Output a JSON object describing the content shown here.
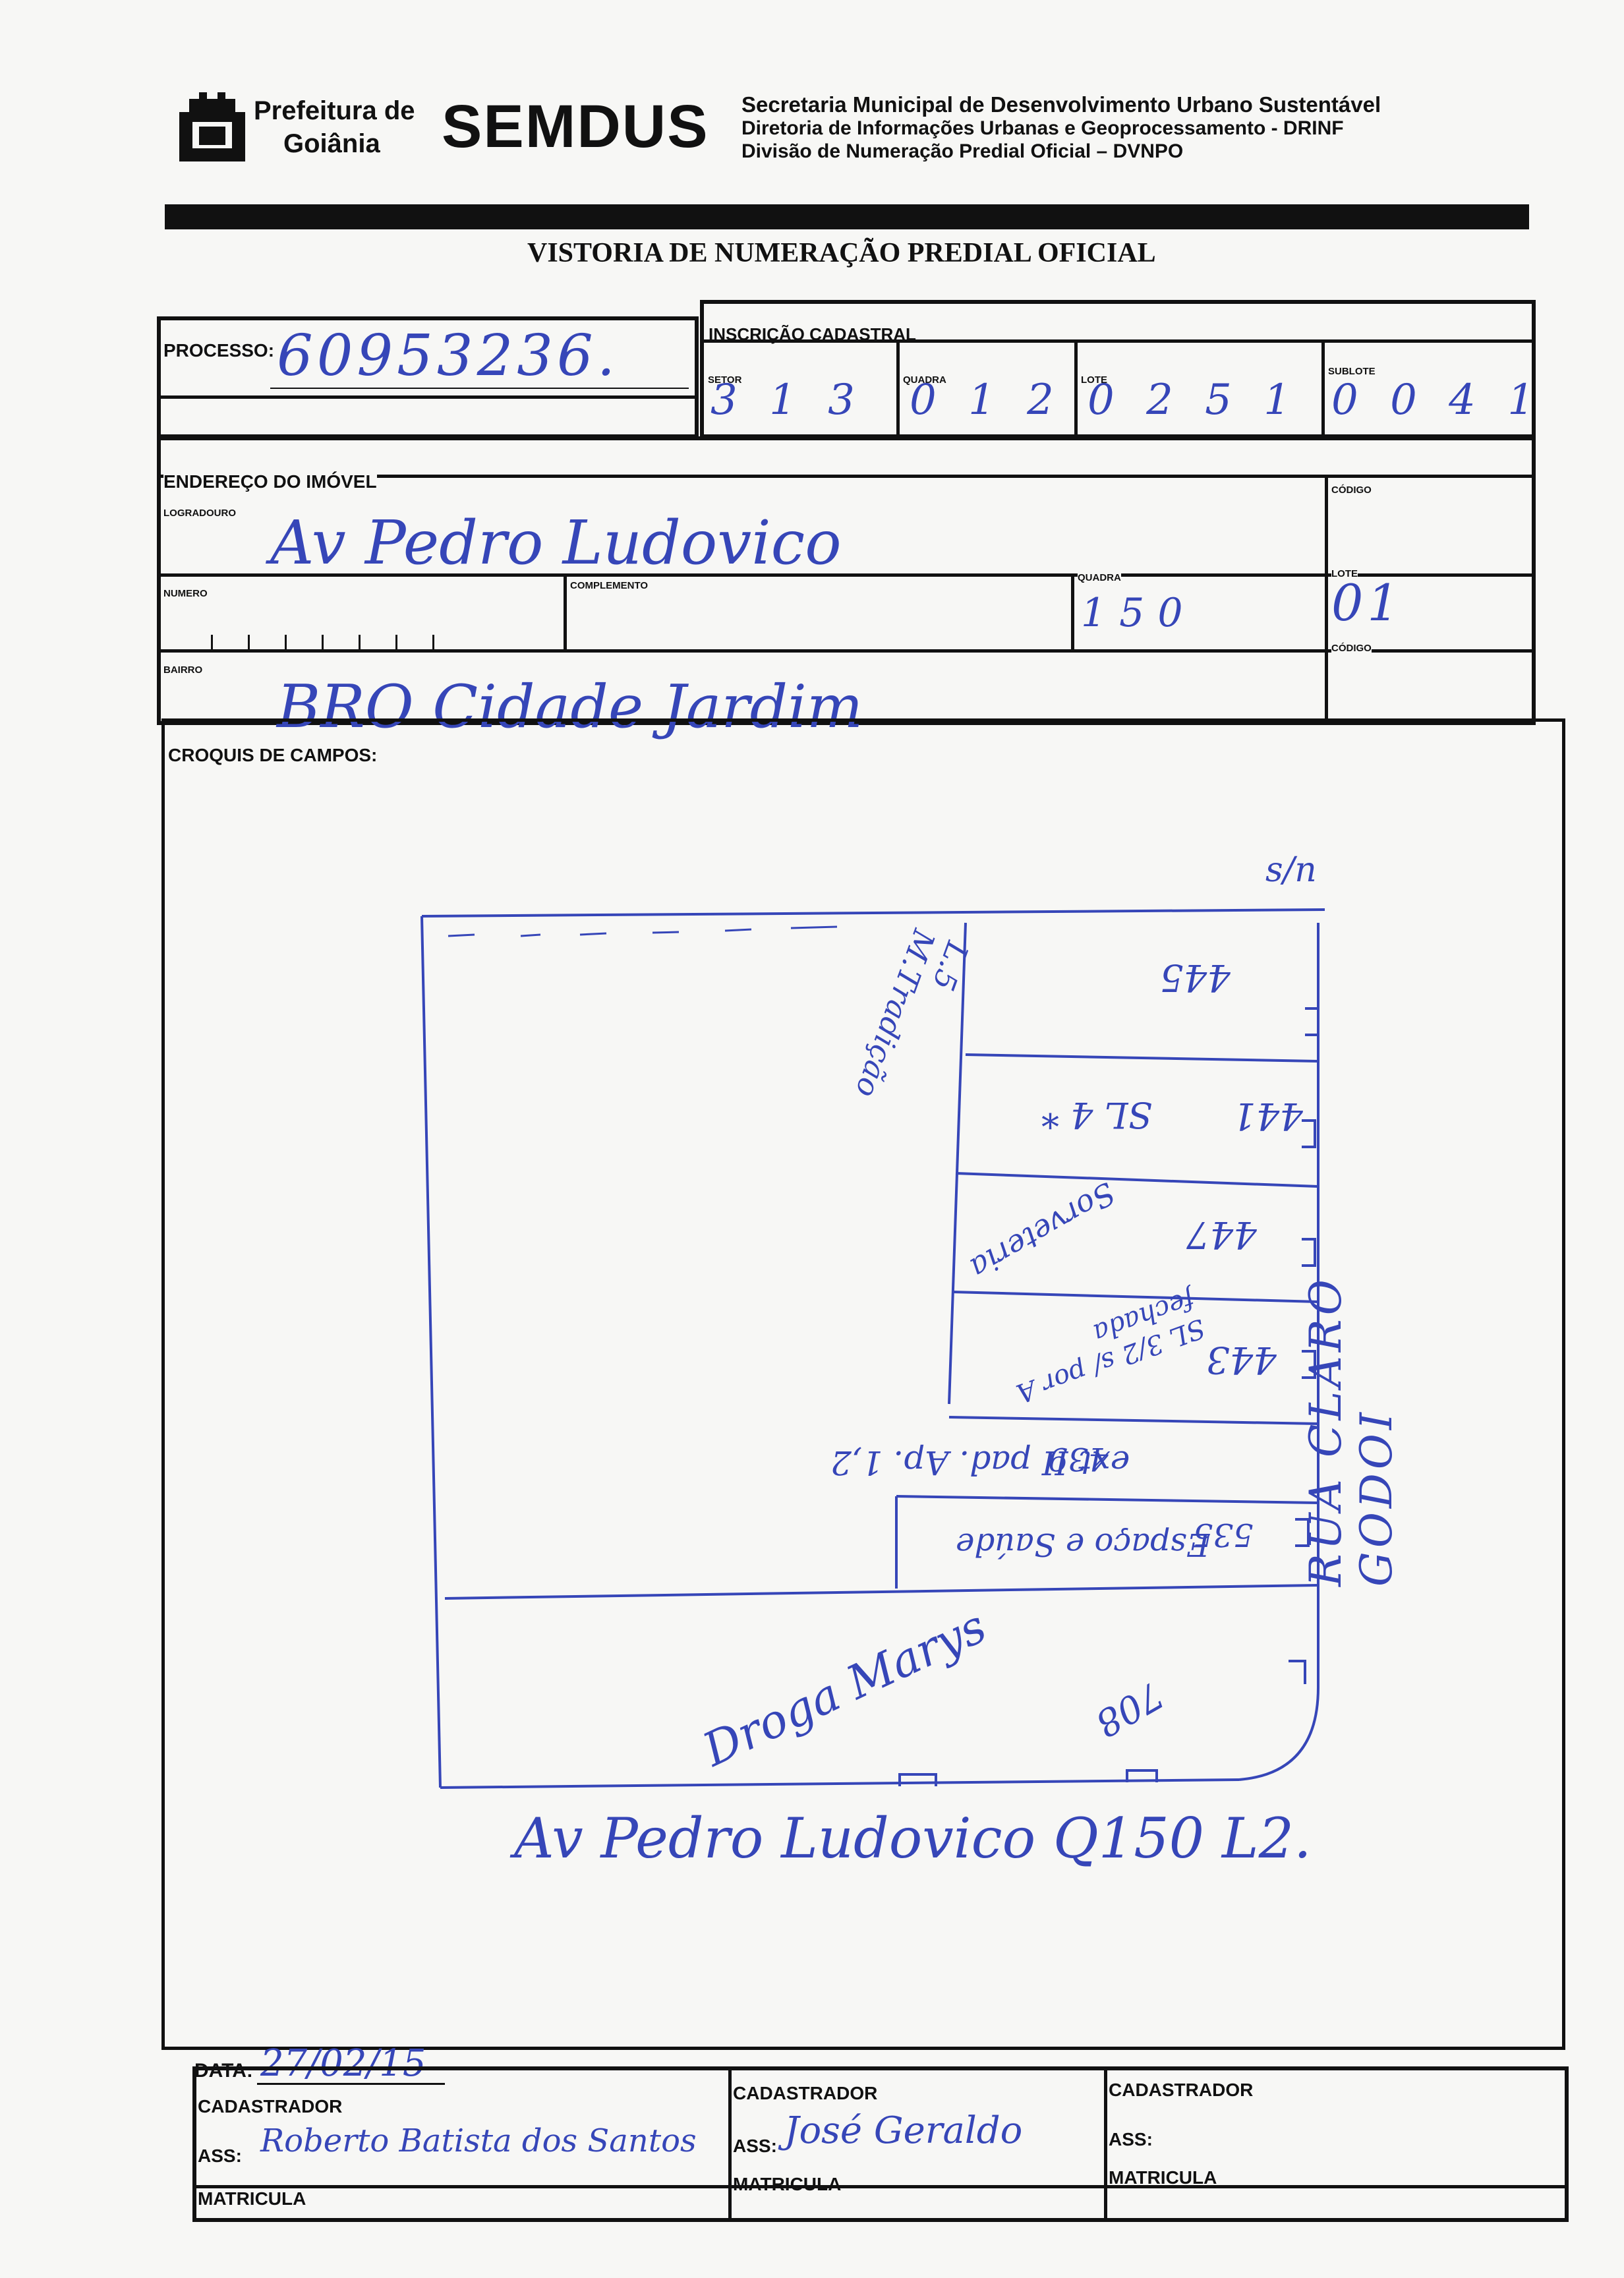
{
  "header": {
    "prefeitura_line1": "Prefeitura de",
    "prefeitura_line2": "Goiânia",
    "semdus": "SEMDUS",
    "secretaria_line1": "Secretaria Municipal de Desenvolvimento Urbano Sustentável",
    "secretaria_line2": "Diretoria de Informações Urbanas e Geoprocessamento - DRINF",
    "secretaria_line3": "Divisão de Numeração Predial Oficial – DVNPO",
    "form_title": "VISTORIA DE NUMERAÇÃO PREDIAL OFICIAL"
  },
  "processo": {
    "label": "PROCESSO:",
    "value": "60953236."
  },
  "inscricao": {
    "label": "INSCRIÇÃO CADASTRAL",
    "setor_label": "SETOR",
    "setor_value": "3 1 3",
    "quadra_label": "QUADRA",
    "quadra_value": "0 1 2",
    "lote_label": "LOTE",
    "lote_value": "0 2 5 1",
    "sublote_label": "SUBLOTE",
    "sublote_value": "0 0 4 1"
  },
  "endereco": {
    "section_label": "ENDEREÇO DO IMÓVEL",
    "logradouro_label": "LOGRADOURO",
    "logradouro_value": "Av Pedro Ludovico",
    "codigo_label": "CÓDIGO",
    "numero_label": "NUMERO",
    "complemento_label": "COMPLEMENTO",
    "quadra_label": "QUADRA",
    "quadra_value": "150",
    "lote_label": "LOTE",
    "lote_value": "01",
    "bairro_label": "BAIRRO",
    "bairro_value": "BRO Cidade Jardim",
    "codigo2_label": "CÓDIGO"
  },
  "croquis": {
    "label": "CROQUIS DE CAMPOS:",
    "sn": "s/n",
    "lots": [
      {
        "number": "445",
        "text": "L.5 M.Tradição"
      },
      {
        "number": "441",
        "text": "SL 4 *"
      },
      {
        "number": "447",
        "text": "Sorveteria"
      },
      {
        "number": "443",
        "text": "SL 3/2 s/ por A fechada"
      },
      {
        "number": "439",
        "text": "ext II pad. Ap. 1,2"
      },
      {
        "number": "535",
        "text": "Espaço e Saúde"
      }
    ],
    "corner_number": "708",
    "corner_store": "Droga Marys",
    "side_street": "RUA CLARO GODOI",
    "bottom_street": "Av Pedro Ludovico Q150 L2."
  },
  "footer": {
    "data_label": "DATA:",
    "data_value": "27/02/15",
    "cadastrador_label": "CADASTRADOR",
    "ass_label": "ASS:",
    "matricula_label": "MATRICULA",
    "ass1_value": "Roberto Batista dos Santos",
    "ass2_value": "José Geraldo"
  }
}
